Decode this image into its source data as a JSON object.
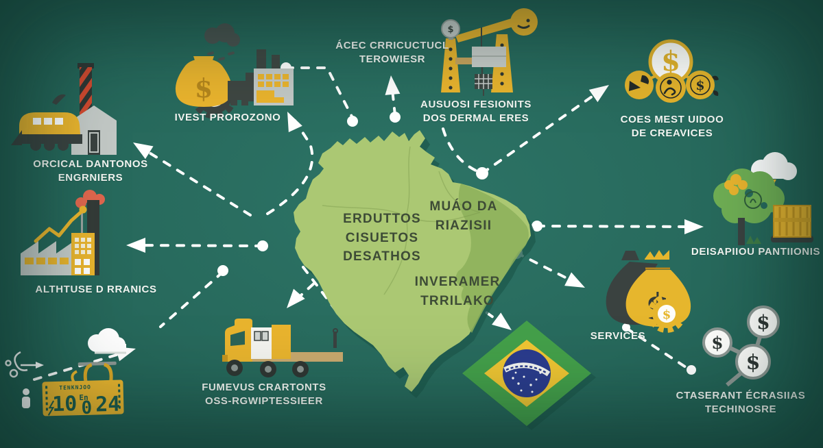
{
  "labels": {
    "orcical": {
      "line1": "ORCICAL DANTONOS",
      "line2": "ENGRNIERS"
    },
    "ivest": {
      "line1": "IVEST PROROZONO"
    },
    "acec": {
      "line1": "ÁCEC CRRICUCTUCL",
      "line2": "TEROWIESR"
    },
    "ausuosi": {
      "line1": "AUSUOSI FESIONITS",
      "line2": "DOS DERMAL ERES"
    },
    "coes": {
      "line1": "COES MEST UIDOO",
      "line2": "DE CREAVICES"
    },
    "deisapiou": {
      "line1": "DEISAPIIOU PANTIIONIS"
    },
    "services": {
      "line1": "SERVICES"
    },
    "ctaserant": {
      "line1": "CTASERANT ÉCRASIIAS",
      "line2": "TECHINOSRE"
    },
    "althtuse": {
      "line1": "ALTHTUSE D RRANICS"
    },
    "fumevus": {
      "line1": "FUMEVUS CRARTONTS",
      "line2": "OSS-RGWIPTESSIEER"
    },
    "map_products": {
      "line1": "ERDUTTOS",
      "line2": "CISUETOS",
      "line3": "DESATHOS"
    },
    "map_muao": {
      "line1": "MUÁO DA",
      "line2": "RIAZISII"
    },
    "map_inveramer": {
      "line1": "INVERAMER",
      "line2": "TRRILAKO"
    },
    "sign": {
      "top": "TENKNJOO",
      "d1": "10",
      "small": "En",
      "d2": "0",
      "d3": "24"
    }
  },
  "glyphs": {
    "dollar": "$"
  },
  "colors": {
    "background": "#27695c",
    "map_green": "#abc873",
    "map_green_dark": "#8cb05a",
    "gold": "#e9b42e",
    "dark_gray": "#373e3b",
    "light_gray": "#c6ccc9",
    "red_chimney": "#d1492f",
    "smoke_red": "#e0674e",
    "flag_green": "#44a04a",
    "flag_yellow": "#f0c633",
    "flag_blue": "#2b3c8e",
    "sign_text_green": "#1d5a4c",
    "line_white": "#ffffff"
  }
}
